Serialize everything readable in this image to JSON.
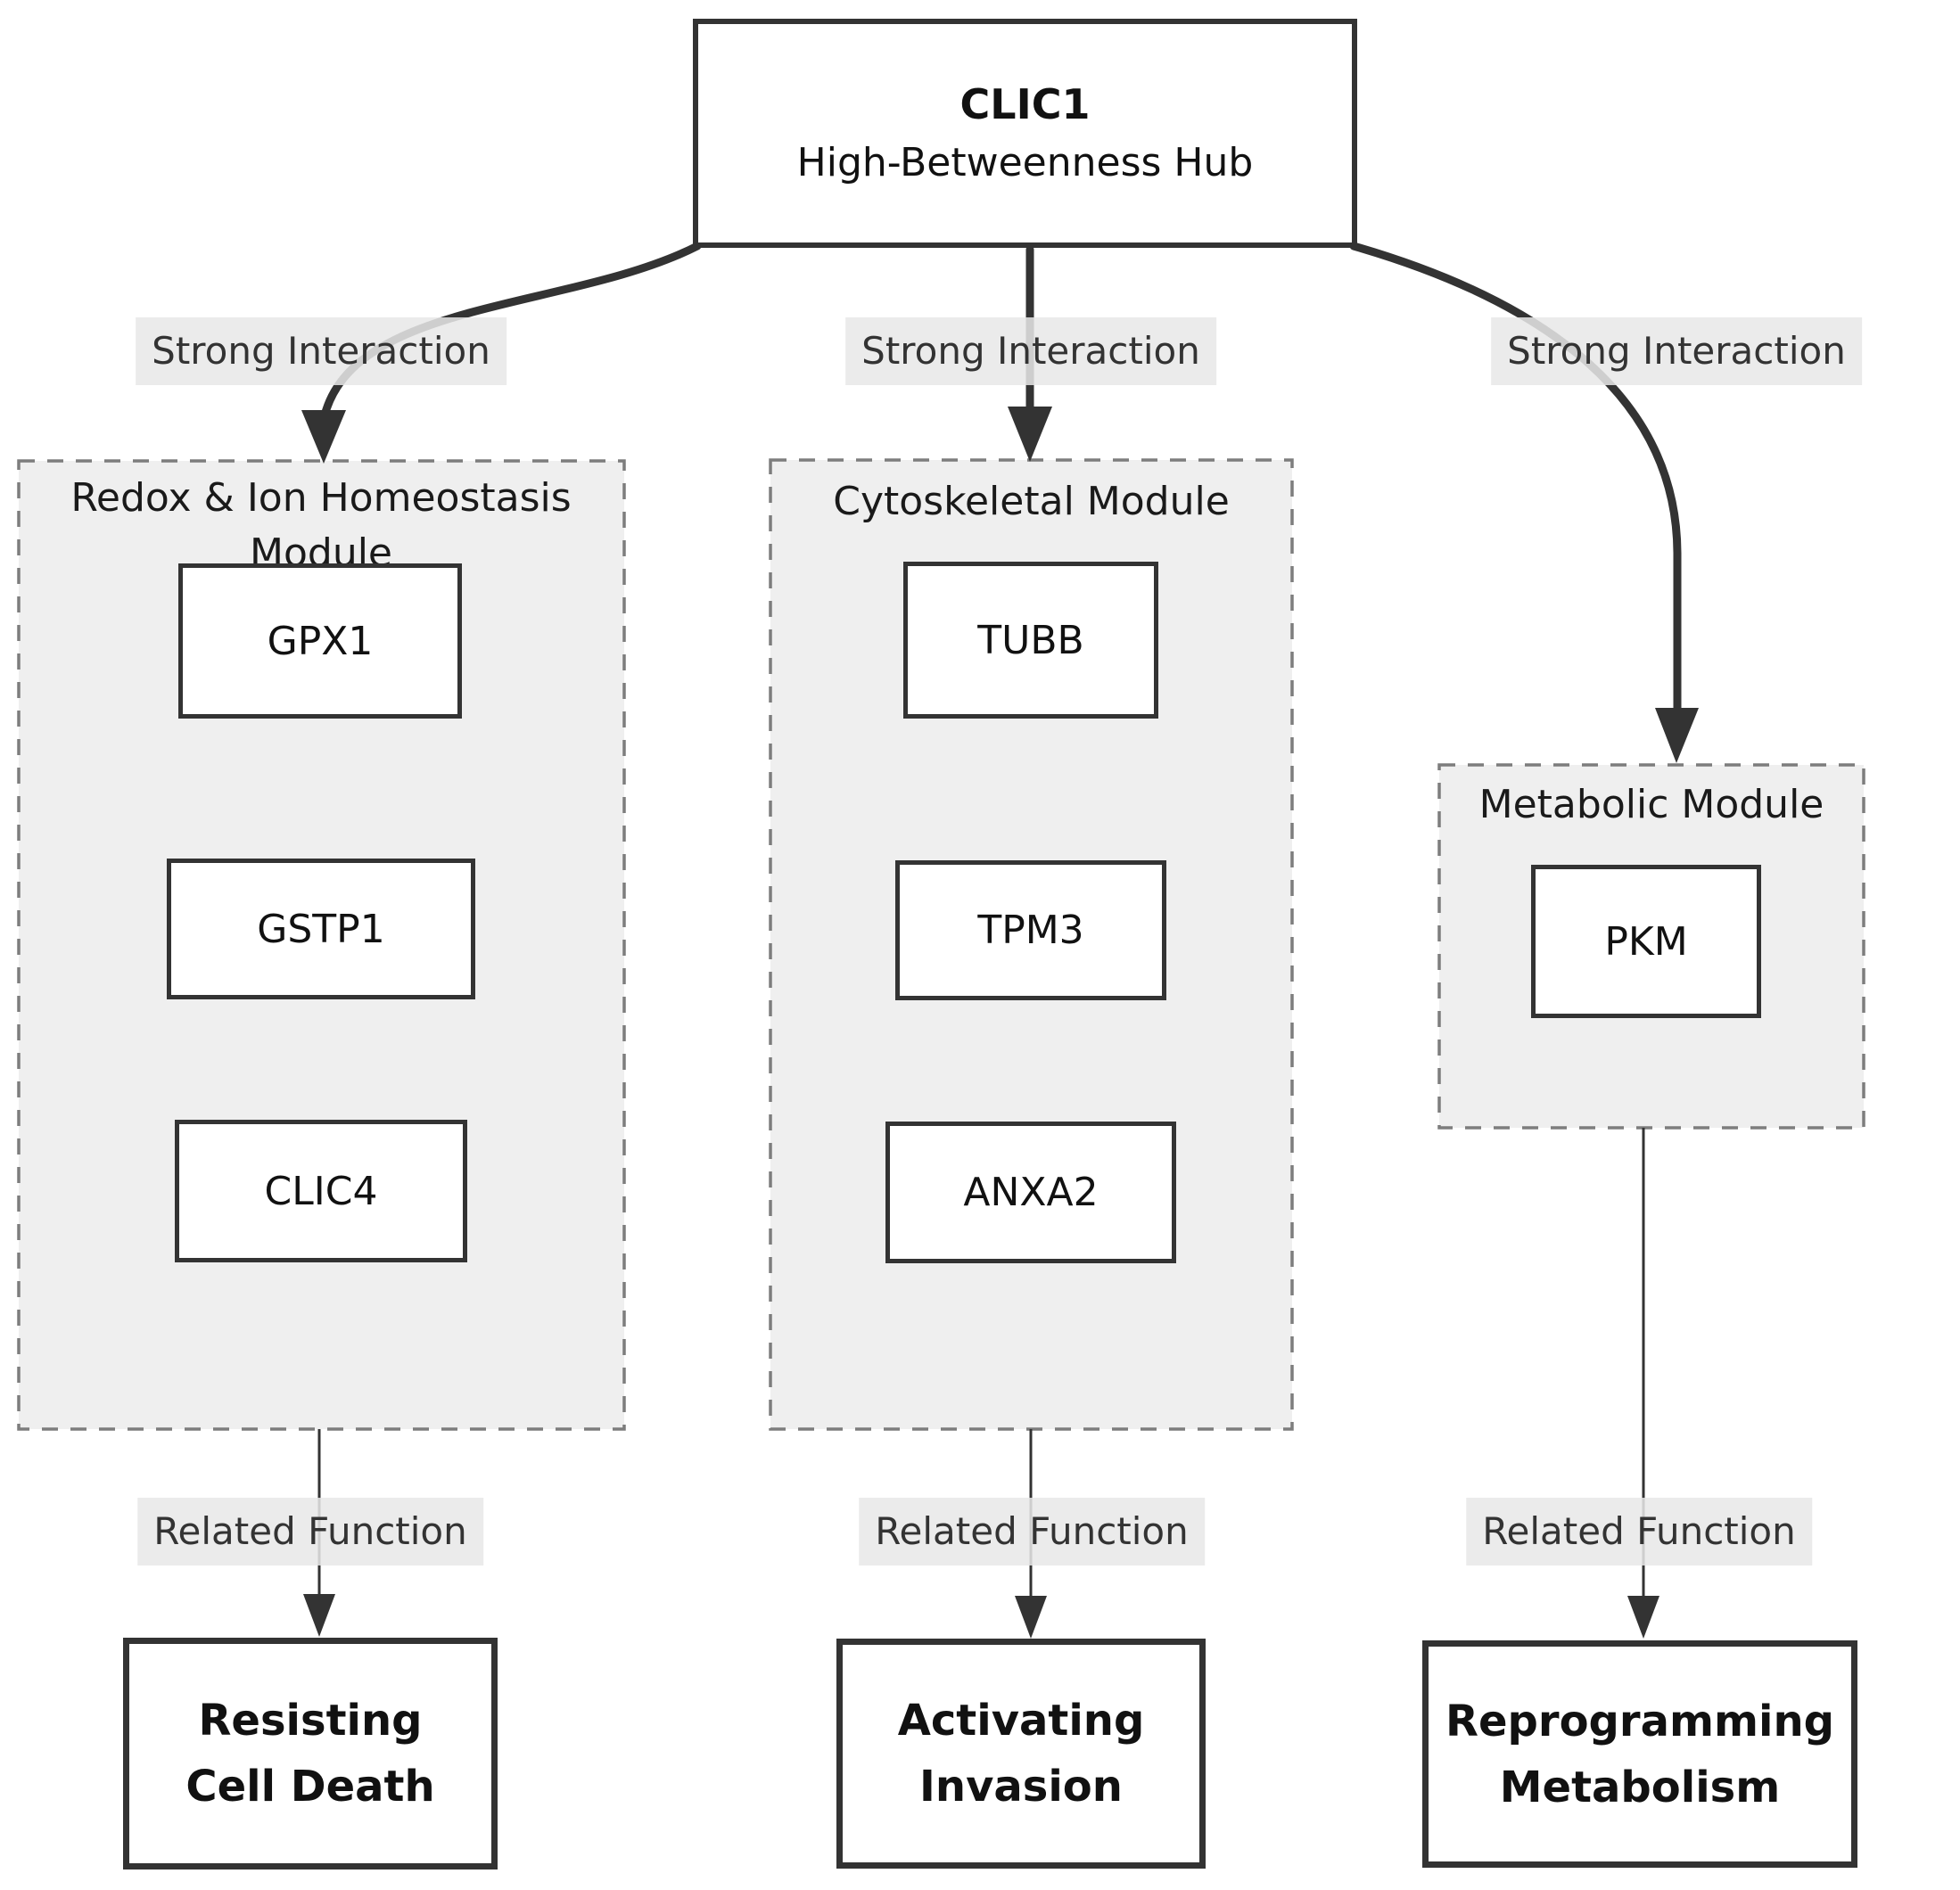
{
  "hub": {
    "title": "CLIC1",
    "subtitle": "High-Betweenness Hub"
  },
  "edge_labels": {
    "strong": "Strong Interaction",
    "related": "Related Function"
  },
  "modules": [
    {
      "title": "Redox & Ion Homeostasis Module",
      "genes": [
        "GPX1",
        "GSTP1",
        "CLIC4"
      ],
      "function": {
        "line1": "Resisting",
        "line2": "Cell Death"
      }
    },
    {
      "title": "Cytoskeletal Module",
      "genes": [
        "TUBB",
        "TPM3",
        "ANXA2"
      ],
      "function": {
        "line1": "Activating",
        "line2": "Invasion"
      }
    },
    {
      "title": "Metabolic Module",
      "genes": [
        "PKM"
      ],
      "function": {
        "line1": "Reprogramming",
        "line2": "Metabolism"
      }
    }
  ],
  "colors": {
    "edge": "#333333",
    "module_fill": "#efefef",
    "module_dash": "#7d7d7d",
    "edge_label_bg": "#e8e8e8",
    "node_border": "#333333",
    "node_fill": "#ffffff",
    "background": "#ffffff"
  }
}
